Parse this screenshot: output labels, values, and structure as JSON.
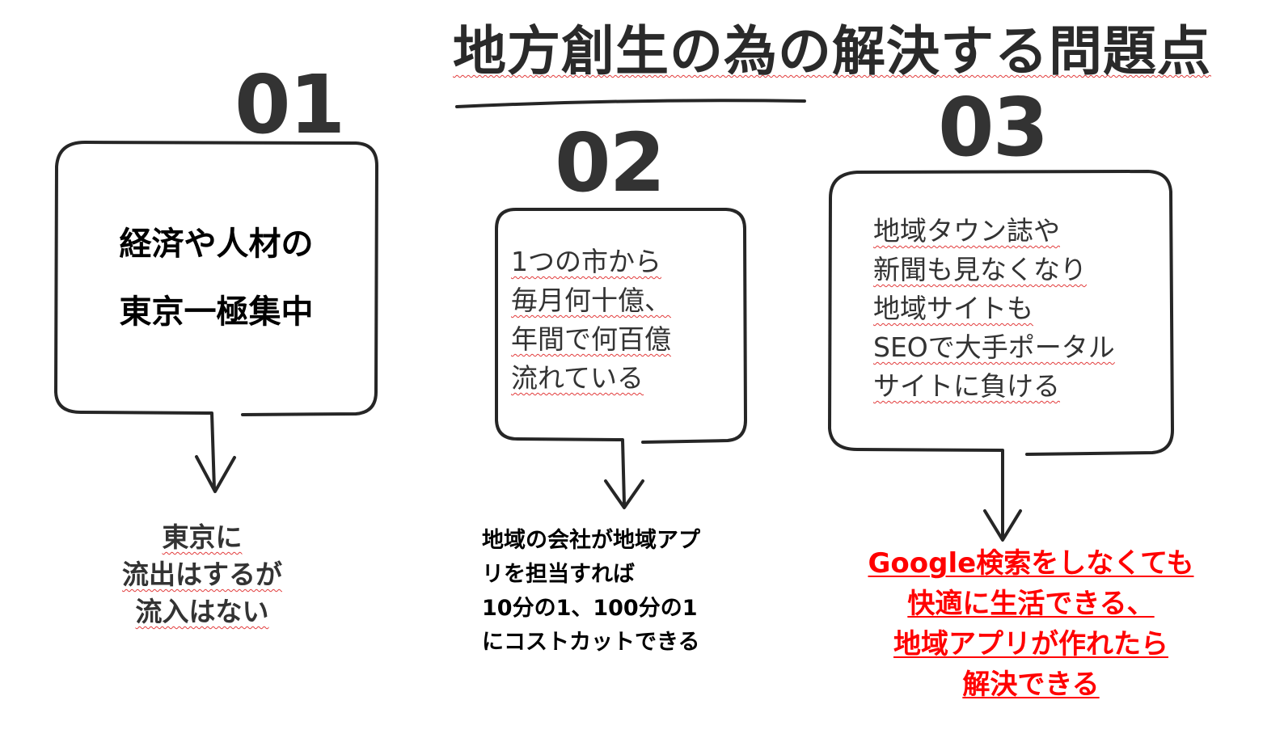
{
  "title": "地方創生の為の解決する問題点",
  "items": [
    {
      "number": "01",
      "bubble_lines": [
        "経済や人材の",
        "東京一極集中"
      ],
      "result_lines": [
        "東京に",
        "流出はするが",
        "流入はない"
      ]
    },
    {
      "number": "02",
      "bubble_lines": [
        "1つの市から",
        "毎月何十億、",
        "年間で何百億",
        "流れている"
      ],
      "result_lines": [
        "地域の会社が地域アプ",
        "リを担当すれば",
        "10分の1、100分の1",
        "にコストカットできる"
      ]
    },
    {
      "number": "03",
      "bubble_lines": [
        "地域タウン誌や",
        "新聞も見なくなり",
        "地域サイトも",
        "SEOで大手ポータル",
        "サイトに負ける"
      ],
      "result_lines": [
        "Google検索をしなくても",
        "快適に生活できる、",
        "地域アプリが作れたら",
        "解決できる"
      ]
    }
  ],
  "colors": {
    "highlight": "#ff0000",
    "ink": "#333333",
    "spellcheck": "#e23b3b"
  }
}
